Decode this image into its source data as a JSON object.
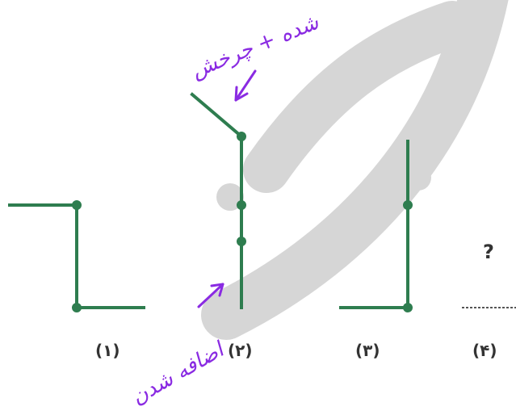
{
  "figure_labels": [
    "(۱)",
    "(۲)",
    "(۳)",
    "(۴)"
  ],
  "question_mark": "?",
  "annotations": {
    "top": "شده + چرخش",
    "bottom": "اضافه شدن"
  },
  "colors": {
    "line": "#2e7d4f",
    "watermark": "#c8c8c8",
    "annotation": "#8a2be2",
    "dashed": "#555555"
  }
}
